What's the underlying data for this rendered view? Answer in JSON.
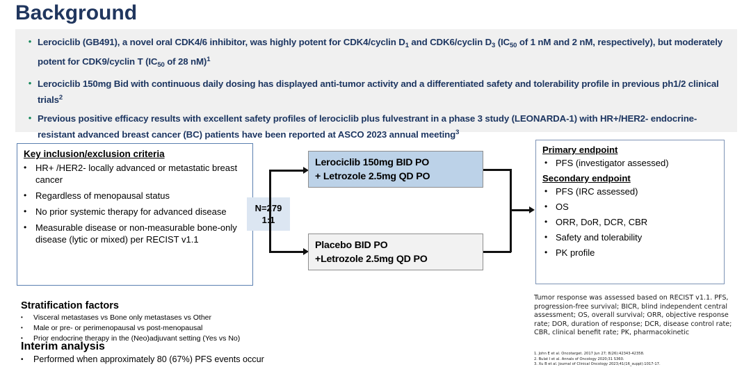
{
  "slide": {
    "title": "Background"
  },
  "background_bullets": [
    {
      "id": "bullet-1",
      "html": "Lerociclib (GB491), a novel oral CDK4/6 inhibitor, was highly potent for CDK4/cyclin D<sub>1</sub> and CDK6/cyclin D<sub>3</sub> (IC<sub>50</sub> of 1 nM and 2 nM, respectively), but moderately potent for CDK9/cyclin T (IC<sub>50</sub> of 28 nM)<sup>1</sup>",
      "plain": "Lerociclib (GB491), a novel oral CDK4/6 inhibitor, was highly potent for CDK4/cyclin D1 and CDK6/cyclin D3 (IC50 of 1 nM and 2 nM, respectively), but moderately potent for CDK9/cyclin T (IC50 of 28 nM)1"
    },
    {
      "id": "bullet-2",
      "html": "Lerociclib 150mg Bid with continuous daily dosing has displayed anti-tumor activity and a differentiated safety and tolerability profile in previous ph1/2 clinical trials<sup>2</sup>",
      "plain": "Lerociclib 150mg Bid with continuous daily dosing has displayed anti-tumor activity and a differentiated safety and tolerability profile in previous ph1/2 clinical trials2"
    },
    {
      "id": "bullet-3",
      "html": "Previous positive efficacy results with excellent safety profiles of lerociclib plus fulvestrant in a phase 3 study (LEONARDA-1) with HR+/HER2- endocrine-resistant advanced breast cancer (BC) patients have been reported at ASCO 2023 annual meeting<sup>3</sup>",
      "plain": "Previous positive efficacy results with excellent safety profiles of lerociclib plus fulvestrant in a phase 3 study (LEONARDA-1) with HR+/HER2- endocrine-resistant advanced breast cancer (BC) patients have been reported at ASCO 2023 annual meeting3"
    }
  ],
  "criteria": {
    "heading": "Key inclusion/exclusion criteria",
    "items": [
      "HR+ /HER2- locally advanced or metastatic breast cancer",
      "Regardless of menopausal status",
      "No prior systemic therapy for advanced disease",
      "Measurable disease or non-measurable bone-only disease (lytic or mixed) per RECIST v1.1"
    ]
  },
  "randomization": {
    "n_label": "N=279",
    "ratio_label": "1:1"
  },
  "arms": [
    {
      "id": "arm-lerociclib",
      "line1": "Lerociclib 150mg BID PO",
      "line2": "+ Letrozole 2.5mg QD PO",
      "fill": "#bcd2e8"
    },
    {
      "id": "arm-placebo",
      "line1": "Placebo BID PO",
      "line2": "+Letrozole 2.5mg QD PO",
      "fill": "#f2f2f2"
    }
  ],
  "endpoints": {
    "primary_heading": "Primary endpoint",
    "primary_items": [
      "PFS (investigator assessed)"
    ],
    "secondary_heading": "Secondary endpoint",
    "secondary_items": [
      "PFS (IRC assessed)",
      "OS",
      "ORR, DoR, DCR, CBR",
      "Safety and tolerability",
      "PK profile"
    ]
  },
  "stratification": {
    "heading": "Stratification factors",
    "items": [
      "Visceral metastases vs Bone only metastases vs Other",
      "Male or pre- or perimenopausal vs post-menopausal",
      "Prior endocrine therapy in the (Neo)adjuvant setting (Yes vs No)"
    ]
  },
  "interim": {
    "heading": "Interim analysis",
    "items": [
      "Performed when approximately 80 (67%) PFS events occur"
    ]
  },
  "footnote": {
    "text": "Tumor response was assessed based on RECIST v1.1. PFS, progression-free survival; BICR, blind independent central assessment; OS, overall survival; ORR, objective response rate; DOR, duration of response; DCR, disease control rate; CBR, clinical benefit rate; PK, pharmacokinetic"
  },
  "references": [
    "1. John E et al. Oncotarget. 2017 Jun 27; 8(26):42343-42358.",
    "2. Bulat I et al. Annals of Oncology 2020;31 S360.",
    "3. Xu B et al. Journal of Clinical Oncology 2023;41(16_suppl):1017-17."
  ],
  "colors": {
    "title_navy": "#20365e",
    "bullet_text_navy": "#1d3661",
    "bullet_dot_green": "#13875a",
    "band_gray": "#f0f0f0",
    "arm_blue": "#bcd2e8",
    "rand_blue": "#dce6f2",
    "box_border_blue": "#5a7fb0"
  },
  "glyphs": {
    "dot": "•"
  }
}
